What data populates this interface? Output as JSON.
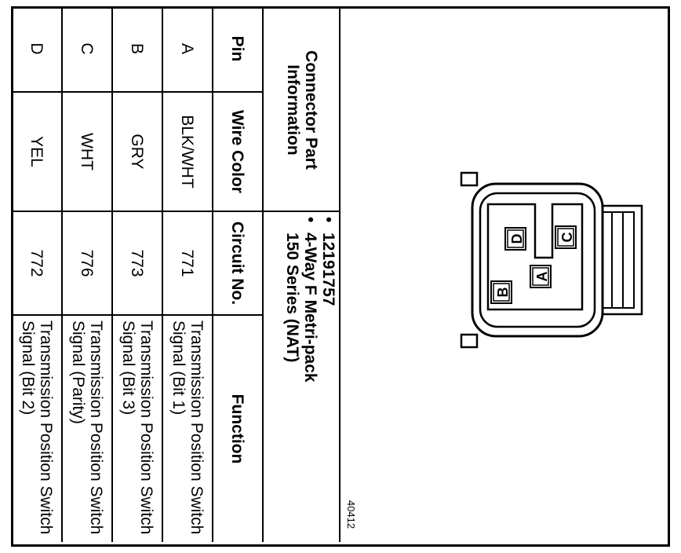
{
  "header": {
    "connector_part_information": "Connector Part Information",
    "bullet_1": "12191757",
    "bullet_2_line1": "4-Way F Metri-pack",
    "bullet_2_line2": "150 Series (NAT)"
  },
  "columns": {
    "pin": "Pin",
    "wire_color": "Wire Color",
    "circuit_no": "Circuit No.",
    "function": "Function"
  },
  "rows": [
    {
      "pin": "A",
      "wire_color": "BLK/WHT",
      "circuit_no": "771",
      "function": "Transmission Position Switch Signal (Bit 1)"
    },
    {
      "pin": "B",
      "wire_color": "GRY",
      "circuit_no": "773",
      "function": "Transmission Position Switch Signal (Bit 3)"
    },
    {
      "pin": "C",
      "wire_color": "WHT",
      "circuit_no": "776",
      "function": "Transmission Position Switch Signal (Parity)"
    },
    {
      "pin": "D",
      "wire_color": "YEL",
      "circuit_no": "772",
      "function": "Transmission Position Switch Signal (Bit 2)"
    }
  ],
  "diagram": {
    "pin_labels": [
      "A",
      "B",
      "C",
      "D"
    ],
    "figure_code": "40412"
  }
}
